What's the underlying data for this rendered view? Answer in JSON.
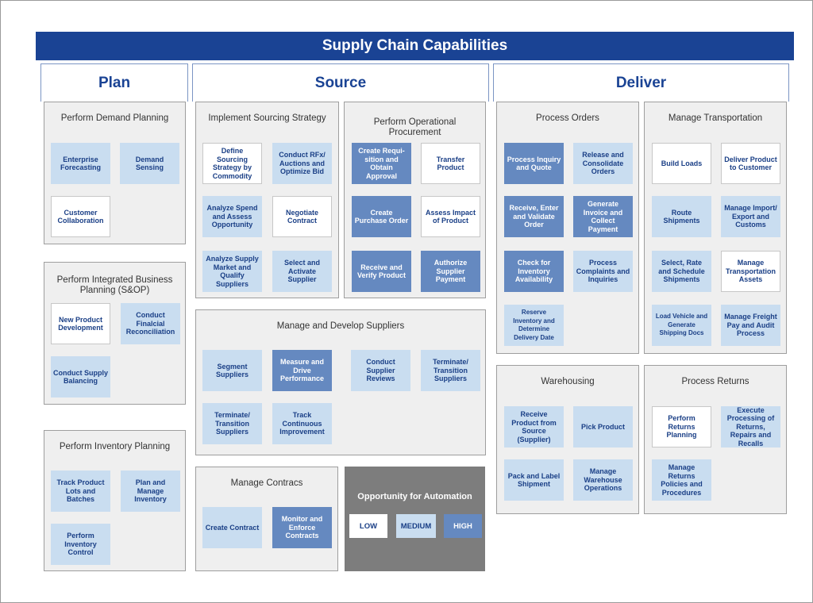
{
  "title": "Supply Chain Capabilities",
  "columns": {
    "plan": "Plan",
    "source": "Source",
    "deliver": "Deliver"
  },
  "panels": {
    "demand_planning": {
      "title": "Perform Demand Planning",
      "items": [
        "Enterprise Forecasting",
        "Demand Sensing",
        "Customer Collaboration"
      ]
    },
    "sop": {
      "title": "Perform Integrated Business Planning (S&OP)",
      "items": [
        "New Product Development",
        "Conduct Finalcial Reconciliation",
        "Conduct Supply Balancing"
      ]
    },
    "inventory": {
      "title": "Perform Inventory Planning",
      "items": [
        "Track Product Lots and Batches",
        "Plan and Manage Inventory",
        "Perform Inventory Control"
      ]
    },
    "sourcing": {
      "title": "Implement Sourcing Strategy",
      "items": [
        "Define Sourcing Strategy by Commodity",
        "Conduct RFx/ Auctions and Optimize Bid",
        "Analyze Spend and Assess Opportunity",
        "Negotiate Contract",
        "Analyze Supply Market and Qualify Suppliers",
        "Select and Activate Supplier"
      ]
    },
    "procurement": {
      "title": "Perform Operational Procurement",
      "items": [
        "Create Requi-sition and Obtain Approval",
        "Transfer Product",
        "Create Purchase Order",
        "Assess Impact of Product",
        "Receive and Verify Product",
        "Authorize Supplier Payment"
      ]
    },
    "suppliers": {
      "title": "Manage and Develop Suppliers",
      "items": [
        "Segment Suppliers",
        "Measure and Drive Performance",
        "Conduct Supplier Reviews",
        "Terminate/ Transition Suppliers",
        "Terminate/ Transition Suppliers",
        "Track Continuous Improvement"
      ]
    },
    "contracts": {
      "title": "Manage Contracs",
      "items": [
        "Create Contract",
        "Monitor and Enforce Contracts"
      ]
    },
    "orders": {
      "title": "Process Orders",
      "items": [
        "Process Inquiry and Quote",
        "Release and Consolidate Orders",
        "Receive, Enter and Validate Order",
        "Generate Invoice and Collect Payment",
        "Check for Inventory Availability",
        "Process Complaints and Inquiries",
        "Reserve Inventory and Determine Delivery Date"
      ]
    },
    "transportation": {
      "title": "Manage Transportation",
      "items": [
        "Build Loads",
        "Deliver Product to Customer",
        "Route Shipments",
        "Manage Import/ Export and Customs",
        "Select, Rate and Schedule Shipments",
        "Manage Transportation Assets",
        "Load Vehicle and Generate Shipping Docs",
        "Manage Freight Pay and Audit Process"
      ]
    },
    "warehousing": {
      "title": "Warehousing",
      "items": [
        "Receive Product from Source (Supplier)",
        "Pick Product",
        "Pack and Label Shipment",
        "Manage Warehouse Operations"
      ]
    },
    "returns": {
      "title": "Process Returns",
      "items": [
        "Perform Returns Planning",
        "Execute Processing of Returns, Repairs and Recalls",
        "Manage Returns Policies and Procedures"
      ]
    }
  },
  "legend": {
    "title": "Opportunity for Automation",
    "low": "LOW",
    "medium": "MEDIUM",
    "high": "HIGH"
  },
  "colors": {
    "header": "#1a4394",
    "low": "#ffffff",
    "medium": "#c9ddf0",
    "high": "#6589c0",
    "legend_bg": "#7d7d7d"
  }
}
